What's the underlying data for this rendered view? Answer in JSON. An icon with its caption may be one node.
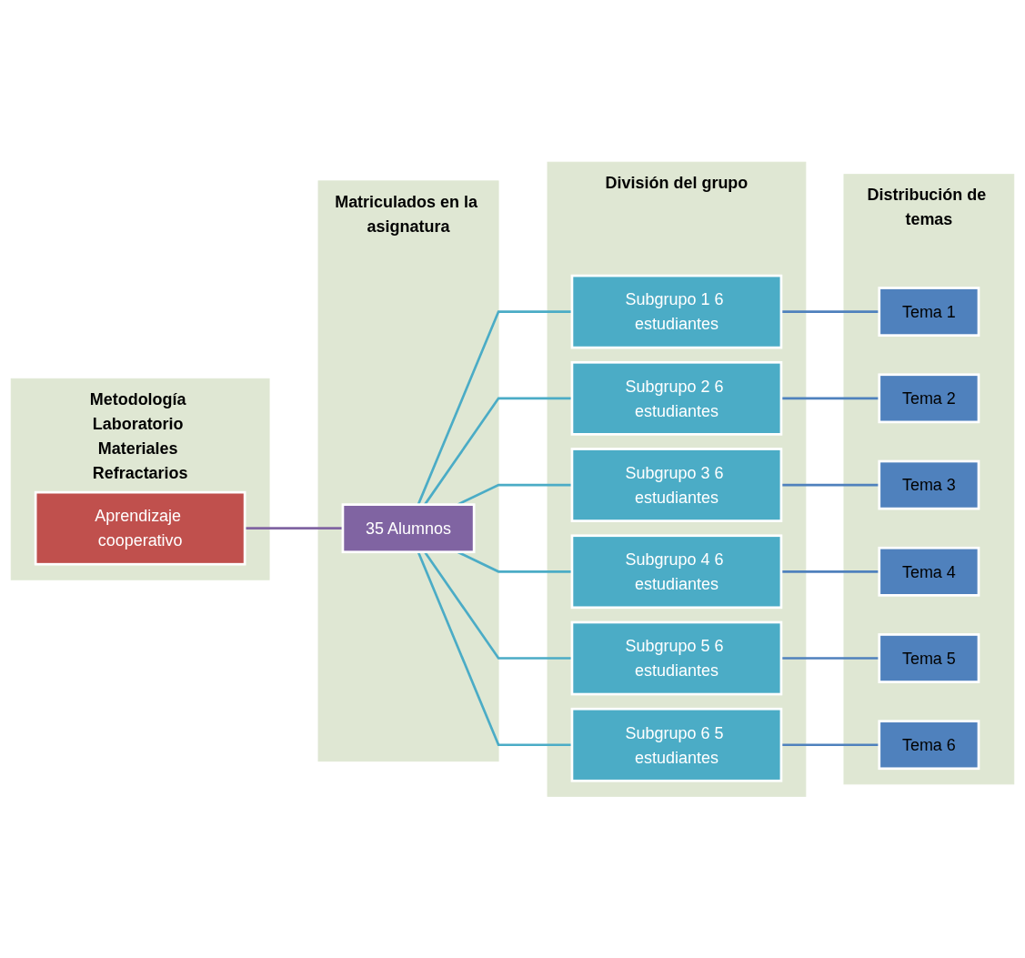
{
  "diagram": {
    "nodes": [
      {
        "text": [
          "Metodología Laboratorio Materiales Refractarios"
        ]
      },
      {
        "text": [
          "Aprendizaje cooperativo"
        ],
        "in": 0
      },
      {
        "text": [
          "Matriculados en la asignatura"
        ]
      },
      {
        "text": [
          "35 Alumnos"
        ],
        "in": 2
      },
      {
        "text": [
          "División del grupo"
        ]
      },
      {
        "text": [
          "Subgrupo 1 6 estudiantes"
        ],
        "in": 4
      },
      {
        "text": [
          "Subgrupo 2 6 estudiantes"
        ],
        "in": 4
      },
      {
        "text": [
          "Subgrupo 3 6 estudiantes"
        ],
        "in": 4
      },
      {
        "text": [
          "Subgrupo 4 6 estudiantes"
        ],
        "in": 4
      },
      {
        "text": [
          "Subgrupo 5 6 estudiantes"
        ],
        "in": 4
      },
      {
        "text": [
          "Subgrupo 6 5 estudiantes"
        ],
        "in": 4
      },
      {
        "text": [
          "Distribución de temas"
        ]
      },
      {
        "text": [
          "Tema 1"
        ],
        "in": 11
      },
      {
        "text": [
          "Tema 2"
        ],
        "in": 11
      },
      {
        "text": [
          "Tema 3"
        ],
        "in": 11
      },
      {
        "text": [
          "Tema 4"
        ],
        "in": 11
      },
      {
        "text": [
          "Tema 5"
        ],
        "in": 11
      },
      {
        "text": [
          "Tema 6"
        ],
        "in": 11
      }
    ],
    "edges": [
      {
        "from": 1,
        "to": 3,
        "arrow": "none",
        "color": "#8064a2"
      },
      {
        "from": 3,
        "to": 5,
        "arrow": "none",
        "color": "#4bacc6"
      },
      {
        "from": 3,
        "to": 6,
        "arrow": "none",
        "color": "#4bacc6"
      },
      {
        "from": 3,
        "to": 7,
        "arrow": "none",
        "color": "#4bacc6"
      },
      {
        "from": 3,
        "to": 8,
        "arrow": "none",
        "color": "#4bacc6"
      },
      {
        "from": 3,
        "to": 9,
        "arrow": "none",
        "color": "#4bacc6"
      },
      {
        "from": 3,
        "to": 10,
        "arrow": "none",
        "color": "#4bacc6"
      },
      {
        "from": 5,
        "to": 12,
        "arrow": "none",
        "color": "#4f81bd"
      },
      {
        "from": 6,
        "to": 13,
        "arrow": "none",
        "color": "#4f81bd"
      },
      {
        "from": 7,
        "to": 14,
        "arrow": "none",
        "color": "#4f81bd"
      },
      {
        "from": 8,
        "to": 15,
        "arrow": "none",
        "color": "#4f81bd"
      },
      {
        "from": 9,
        "to": 16,
        "arrow": "none",
        "color": "#4f81bd"
      },
      {
        "from": 10,
        "to": 17,
        "arrow": "none",
        "color": "#4f81bd"
      }
    ]
  }
}
